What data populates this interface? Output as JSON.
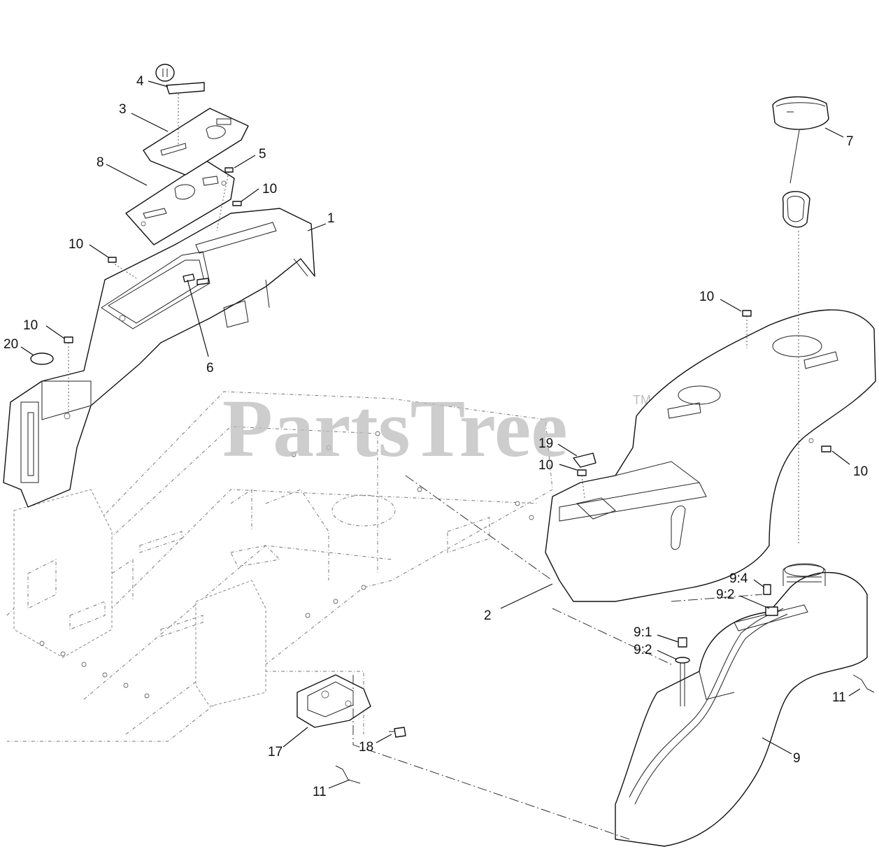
{
  "watermark": {
    "text": "PartsTree",
    "tm": "TM"
  },
  "callouts": [
    {
      "label": "1"
    },
    {
      "label": "2"
    },
    {
      "label": "3"
    },
    {
      "label": "4"
    },
    {
      "label": "5"
    },
    {
      "label": "6"
    },
    {
      "label": "7"
    },
    {
      "label": "8"
    },
    {
      "label": "9"
    },
    {
      "label": "9:1"
    },
    {
      "label": "9:2"
    },
    {
      "label": "9:2"
    },
    {
      "label": "9:4"
    },
    {
      "label": "10"
    },
    {
      "label": "10"
    },
    {
      "label": "10"
    },
    {
      "label": "10"
    },
    {
      "label": "10"
    },
    {
      "label": "10"
    },
    {
      "label": "11"
    },
    {
      "label": "11"
    },
    {
      "label": "17"
    },
    {
      "label": "18"
    },
    {
      "label": "19"
    },
    {
      "label": "20"
    }
  ]
}
